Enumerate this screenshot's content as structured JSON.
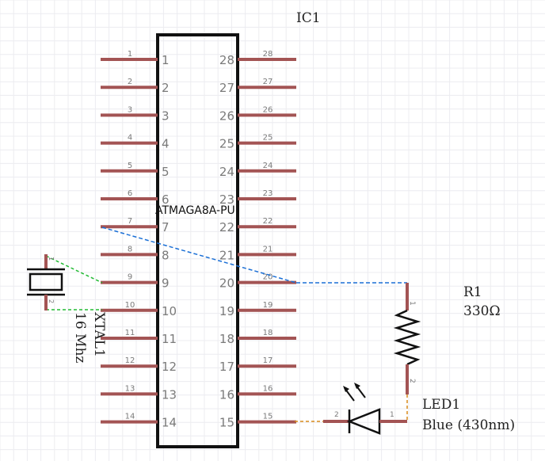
{
  "colors": {
    "background": "#ffffff",
    "grid": "#ececf0",
    "pin": "#a35454",
    "body": "#111111",
    "net_blue": "#1a6fd6",
    "net_green": "#22bb33",
    "net_orange": "#d98c1c",
    "pin_number": "#7a7a7a",
    "text": "#222222"
  },
  "ic": {
    "ref": "IC1",
    "part": "ATMAGA8A-PU",
    "left_pins": [
      "1",
      "2",
      "3",
      "4",
      "5",
      "6",
      "7",
      "8",
      "9",
      "10",
      "11",
      "12",
      "13",
      "14"
    ],
    "right_pins": [
      "28",
      "27",
      "26",
      "25",
      "24",
      "23",
      "22",
      "21",
      "20",
      "19",
      "18",
      "17",
      "16",
      "15"
    ]
  },
  "resistor": {
    "ref": "R1",
    "value": "330Ω",
    "pin_top": "1",
    "pin_bottom": "2"
  },
  "led": {
    "ref": "LED1",
    "value": "Blue (430nm)",
    "pin_left": "2",
    "pin_right": "1"
  },
  "crystal": {
    "ref": "XTAL1",
    "value": "16 Mhz",
    "pin_top": "1",
    "pin_bottom": "2"
  }
}
